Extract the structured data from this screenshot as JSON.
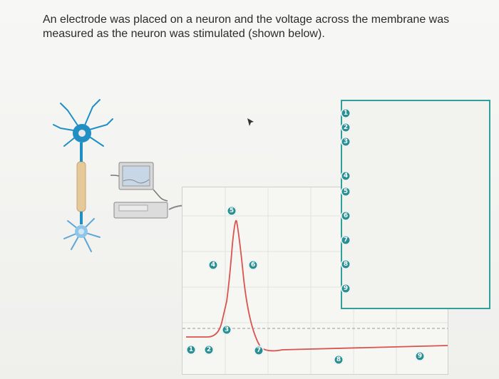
{
  "question": {
    "text": "An electrode was placed on a neuron and the voltage across the membrane was measured as the neuron was stimulated (shown below)."
  },
  "graph_badges": [
    "1",
    "2",
    "3",
    "4",
    "5",
    "6",
    "7",
    "8",
    "9"
  ],
  "answer_badges": [
    "1",
    "2",
    "3",
    "4",
    "5",
    "6",
    "7",
    "8",
    "9"
  ],
  "colors": {
    "accent": "#2a8f93",
    "answer_border": "#2fa09a",
    "trace": "#d9534f",
    "neuron": "#1f8fc4"
  },
  "icons": {
    "neuron": "neuron-illustration",
    "computer": "recording-computer-icon",
    "arrow": "curved-arrow-icon",
    "cursor": "mouse-cursor-icon"
  }
}
